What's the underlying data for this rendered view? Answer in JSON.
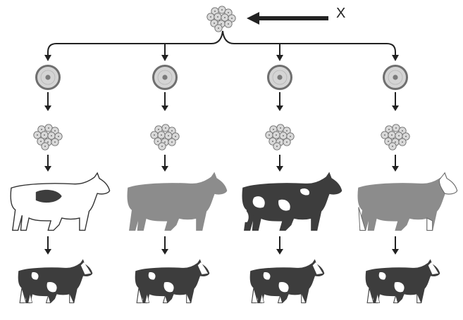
{
  "diagram": {
    "label_x": "X",
    "columns": [
      {
        "id": "1",
        "surrogate": "white-cow-with-dark-patch"
      },
      {
        "id": "2",
        "surrogate": "gray-cow"
      },
      {
        "id": "3",
        "surrogate": "black-white-spotted-cow"
      },
      {
        "id": "4",
        "surrogate": "gray-cow-white-face"
      }
    ],
    "offspring": "holstein-calf",
    "colors": {
      "line": "#222222",
      "cell_fill": "#d6d6d6",
      "cell_stroke": "#7a7a7a",
      "nucleus": "#7a7a7a",
      "cow_dark": "#3d3d3d",
      "cow_gray": "#8c8c8c",
      "cow_white": "#ffffff"
    }
  }
}
